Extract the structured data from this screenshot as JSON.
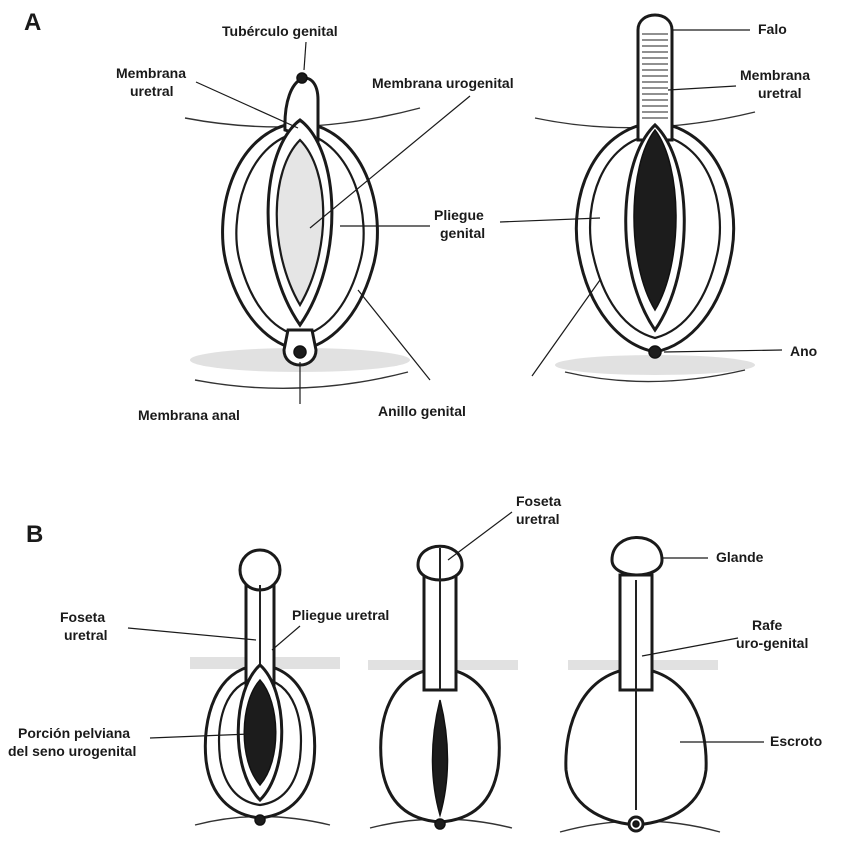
{
  "panels": {
    "a": "A",
    "b": "B"
  },
  "labels": {
    "tuberculo_genital": "Tubérculo genital",
    "membrana_uretral_1": "Membrana",
    "membrana_uretral_2": "uretral",
    "membrana_urogenital": "Membrana urogenital",
    "pliegue_genital_1": "Pliegue",
    "pliegue_genital_2": "genital",
    "membrana_anal": "Membrana anal",
    "anillo_genital": "Anillo genital",
    "falo": "Falo",
    "membrana_uretral_r1": "Membrana",
    "membrana_uretral_r2": "uretral",
    "ano": "Ano",
    "foseta_uretral_1": "Foseta",
    "foseta_uretral_2": "uretral",
    "pliegue_uretral": "Pliegue uretral",
    "porcion_pelviana_1": "Porción pelviana",
    "porcion_pelviana_2": "del seno urogenital",
    "foseta_uretral_top_1": "Foseta",
    "foseta_uretral_top_2": "uretral",
    "glande": "Glande",
    "rafe_1": "Rafe",
    "rafe_2": "uro-genital",
    "escroto": "Escroto"
  }
}
